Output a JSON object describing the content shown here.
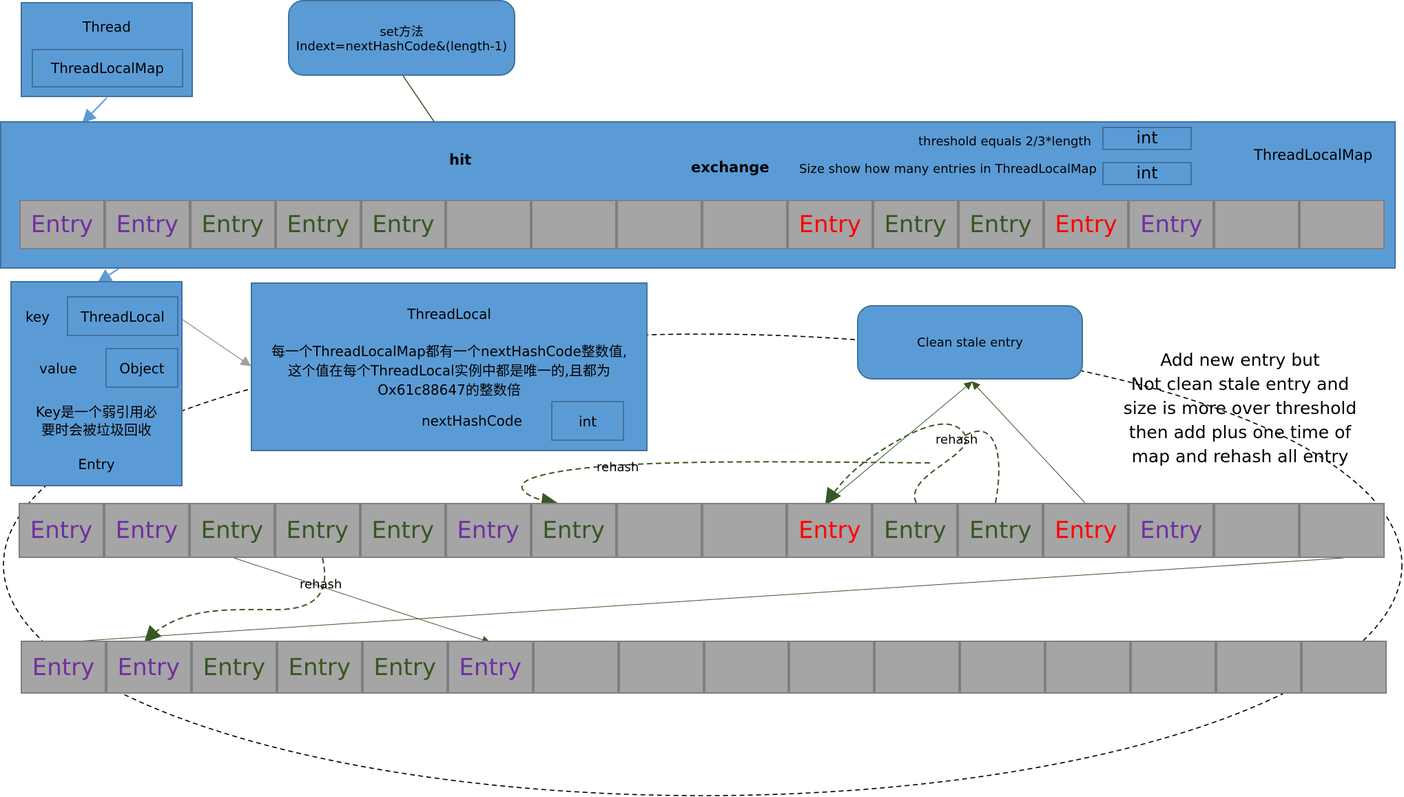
{
  "thread_box": {
    "title": "Thread",
    "inner_label": "ThreadLocalMap"
  },
  "set_box": {
    "line1": "set方法",
    "line2": "Indext=nextHashCode&(length-1)"
  },
  "map_panel": {
    "hit_label": "hit",
    "exchange_label": "exchange",
    "threshold_label": "threshold equals 2/3*length",
    "size_label": "Size show how many entries in ThreadLocalMap",
    "threshold_type": "int",
    "size_type": "int",
    "title": "ThreadLocalMap"
  },
  "entry_box": {
    "key_label": "key",
    "key_value": "ThreadLocal",
    "value_label": "value",
    "value_value": "Object",
    "note_line1": "Key是一个弱引用必",
    "note_line2": "要时会被垃圾回收",
    "title": "Entry"
  },
  "threadlocal_box": {
    "title": "ThreadLocal",
    "line1": "每一个ThreadLocalMap都有一个nextHashCode整数值,",
    "line2": "这个值在每个ThreadLocal实例中都是唯一的,且都为",
    "line3": "Ox61c88647的整数倍",
    "field_label": "nextHashCode",
    "field_type": "int"
  },
  "clean_box": {
    "label": "Clean stale entry"
  },
  "resize_note": {
    "line1": "Add new entry but",
    "line2": "Not clean stale entry and",
    "line3": "size is more over threshold",
    "line4": "then add plus one time of",
    "line5": "map and rehash all entry"
  },
  "rehash_labels": {
    "top": "rehash",
    "right": "rehash",
    "bottom": "rehash"
  },
  "colors": {
    "box_fill": "#5b9bd5",
    "cell_fill": "#a5a5a5",
    "purple": "#7030a0",
    "green": "#375623",
    "red": "#ff0000"
  },
  "rows": {
    "row1": [
      {
        "text": "Entry",
        "color": "purple"
      },
      {
        "text": "Entry",
        "color": "purple"
      },
      {
        "text": "Entry",
        "color": "green"
      },
      {
        "text": "Entry",
        "color": "green"
      },
      {
        "text": "Entry",
        "color": "green"
      },
      {
        "text": "",
        "color": ""
      },
      {
        "text": "",
        "color": ""
      },
      {
        "text": "",
        "color": ""
      },
      {
        "text": "",
        "color": ""
      },
      {
        "text": "Entry",
        "color": "red"
      },
      {
        "text": "Entry",
        "color": "green"
      },
      {
        "text": "Entry",
        "color": "green"
      },
      {
        "text": "Entry",
        "color": "red"
      },
      {
        "text": "Entry",
        "color": "purple"
      },
      {
        "text": "",
        "color": ""
      },
      {
        "text": "",
        "color": ""
      }
    ],
    "row2": [
      {
        "text": "Entry",
        "color": "purple"
      },
      {
        "text": "Entry",
        "color": "purple"
      },
      {
        "text": "Entry",
        "color": "green"
      },
      {
        "text": "Entry",
        "color": "green"
      },
      {
        "text": "Entry",
        "color": "green"
      },
      {
        "text": "Entry",
        "color": "purple"
      },
      {
        "text": "Entry",
        "color": "green"
      },
      {
        "text": "",
        "color": ""
      },
      {
        "text": "",
        "color": ""
      },
      {
        "text": "Entry",
        "color": "red"
      },
      {
        "text": "Entry",
        "color": "green"
      },
      {
        "text": "Entry",
        "color": "green"
      },
      {
        "text": "Entry",
        "color": "red"
      },
      {
        "text": "Entry",
        "color": "purple"
      },
      {
        "text": "",
        "color": ""
      },
      {
        "text": "",
        "color": ""
      }
    ],
    "row3": [
      {
        "text": "Entry",
        "color": "purple"
      },
      {
        "text": "Entry",
        "color": "purple"
      },
      {
        "text": "Entry",
        "color": "green"
      },
      {
        "text": "Entry",
        "color": "green"
      },
      {
        "text": "Entry",
        "color": "green"
      },
      {
        "text": "Entry",
        "color": "purple"
      },
      {
        "text": "",
        "color": ""
      },
      {
        "text": "",
        "color": ""
      },
      {
        "text": "",
        "color": ""
      },
      {
        "text": "",
        "color": ""
      },
      {
        "text": "",
        "color": ""
      },
      {
        "text": "",
        "color": ""
      },
      {
        "text": "",
        "color": ""
      },
      {
        "text": "",
        "color": ""
      },
      {
        "text": "",
        "color": ""
      },
      {
        "text": "",
        "color": ""
      }
    ]
  }
}
